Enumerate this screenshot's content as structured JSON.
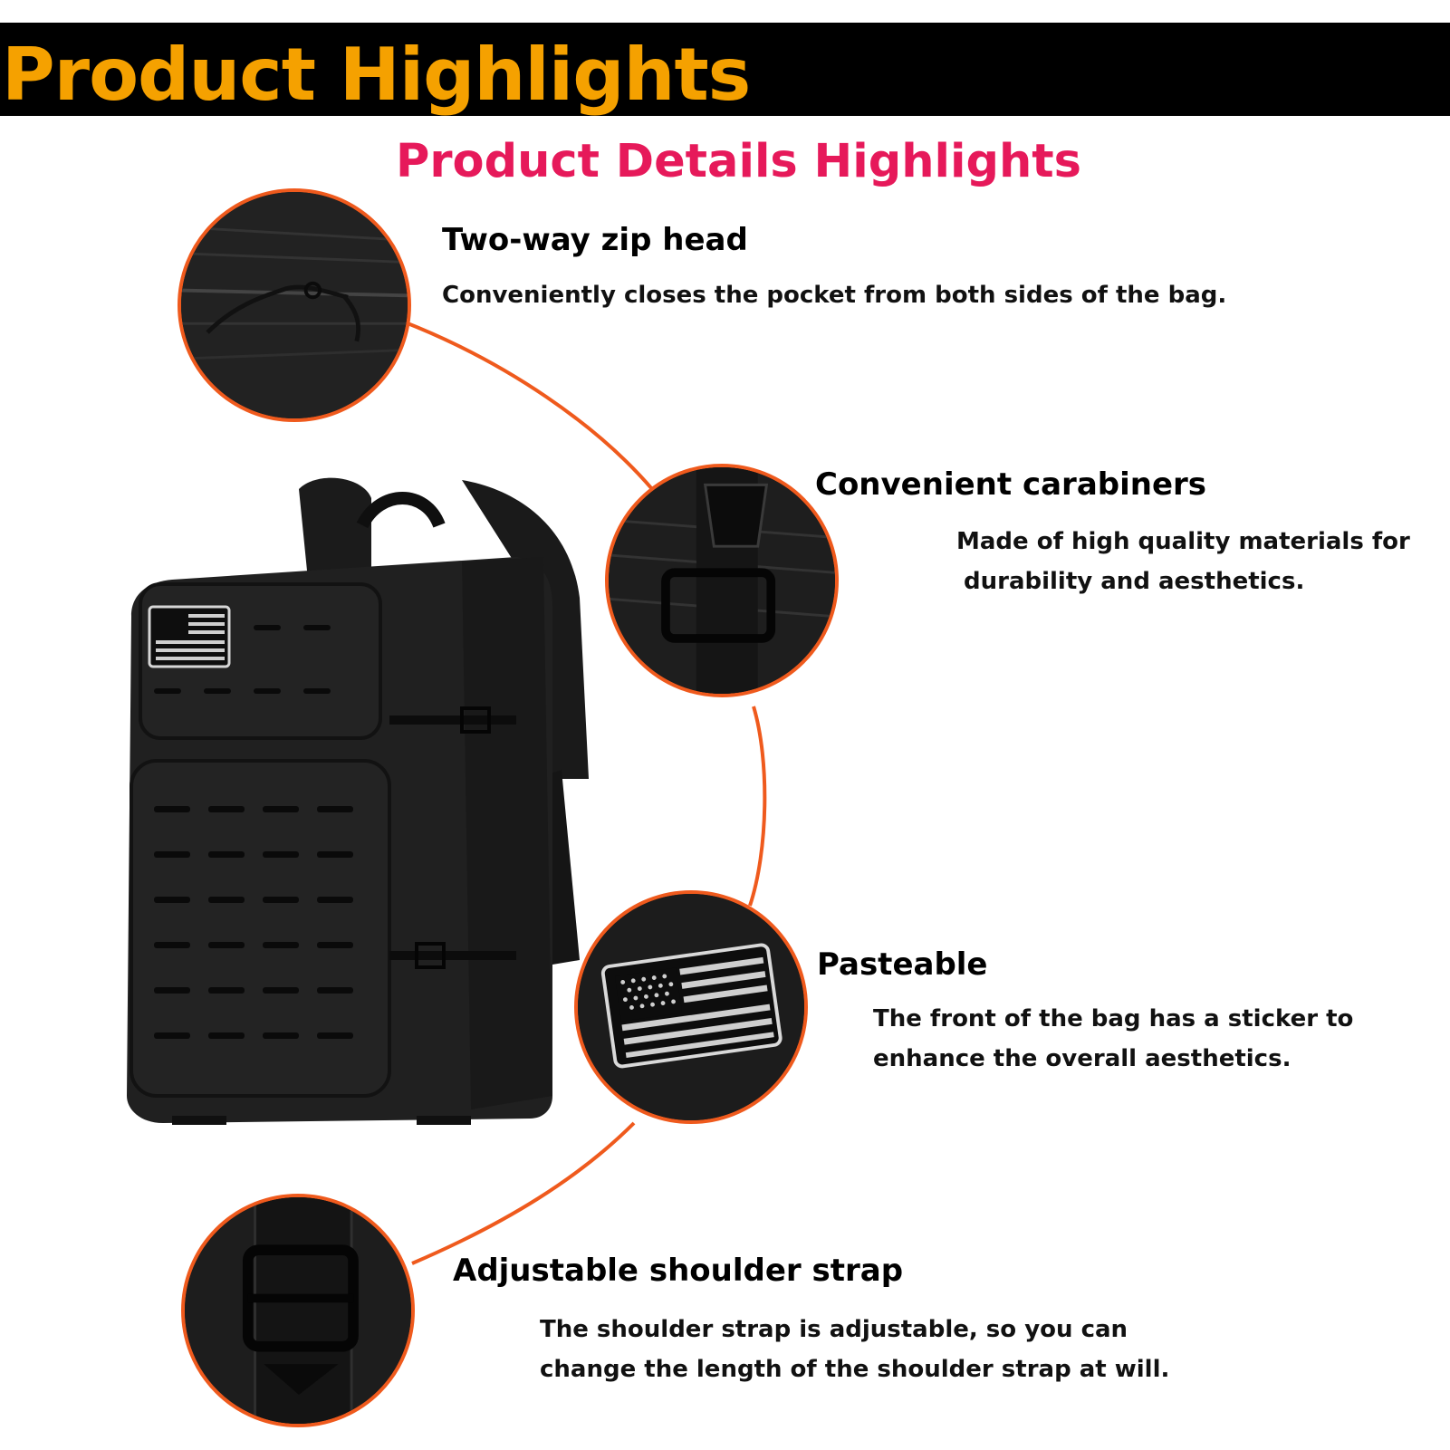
{
  "banner": {
    "title": "Product Highlights"
  },
  "subtitle": "Product Details Highlights",
  "features": [
    {
      "title": "Two-way zip head",
      "desc": [
        "Conveniently closes the pocket from both sides of the bag."
      ],
      "icon": "zipper-detail"
    },
    {
      "title": "Convenient carabiners",
      "desc": [
        "Made of high quality materials for",
        "durability and aesthetics."
      ],
      "icon": "buckle-detail"
    },
    {
      "title": "Pasteable",
      "desc": [
        "The front of the bag has a sticker to",
        "enhance the overall aesthetics."
      ],
      "icon": "flag-patch-detail"
    },
    {
      "title": "Adjustable shoulder strap",
      "desc": [
        "The shoulder strap is adjustable, so you can",
        "change the length of the shoulder strap at will."
      ],
      "icon": "strap-buckle-detail"
    }
  ],
  "colors": {
    "banner_bg": "#000000",
    "banner_text": "#f5a100",
    "subtitle": "#e6195a",
    "accent_ring": "#ef5a1d"
  }
}
